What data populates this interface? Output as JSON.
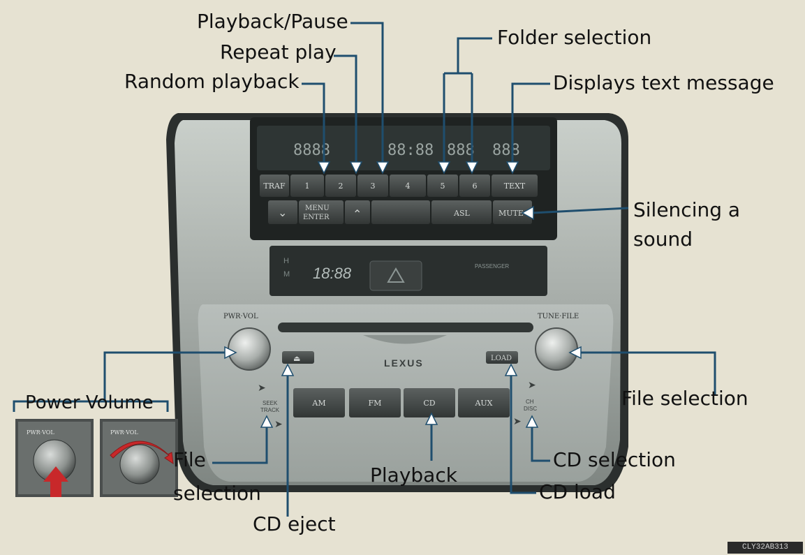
{
  "callouts": {
    "playback_pause": "Playback/Pause",
    "repeat_play": "Repeat play",
    "random_playback": "Random playback",
    "folder_selection": "Folder selection",
    "displays_text_message": "Displays text message",
    "silencing_a_sound_1": "Silencing a",
    "silencing_a_sound_2": "sound",
    "power_volume": "Power Volume",
    "file_selection_right": "File selection",
    "file_selection_left_1": "File",
    "file_selection_left_2": "selection",
    "playback": "Playback",
    "cd_selection": "CD selection",
    "cd_load": "CD load",
    "cd_eject": "CD eject"
  },
  "panel": {
    "buttons_row1": [
      "TRAF",
      "1",
      "2",
      "3",
      "4",
      "5",
      "6",
      "TEXT"
    ],
    "menu_enter_1": "MENU",
    "menu_enter_2": "ENTER",
    "asl": "ASL",
    "mute": "MUTE",
    "clock": "18:88",
    "clock_h": "H",
    "clock_m": "M",
    "passenger": "PASSENGER",
    "pwr_vol": "PWR·VOL",
    "tune_file": "TUNE·FILE",
    "brand": "LEXUS",
    "load": "LOAD",
    "seek_track_1": "SEEK",
    "seek_track_2": "TRACK",
    "ch_disc_1": "CH",
    "ch_disc_2": "DISC",
    "source_buttons": [
      "AM",
      "FM",
      "CD",
      "AUX"
    ]
  },
  "image_code": "CLY32AB313",
  "colors": {
    "background": "#e6e2d2",
    "leader_line": "#1f4e6e",
    "arrow_fill": "#ffffff",
    "panel_frame": "#8e9691",
    "panel_dark": "#2f3333"
  }
}
